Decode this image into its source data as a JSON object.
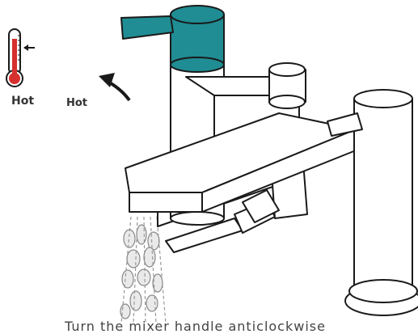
{
  "labels": {
    "thermometer": "Hot",
    "arrow": "Hot"
  },
  "caption": "Turn the mixer handle anticlockwise",
  "icons": [
    "thermometer-icon",
    "rotate-arrow-icon"
  ],
  "colors": {
    "handle_accent": "#1f8d93",
    "thermometer_red": "#d6302f",
    "outline": "#1a1a1a"
  }
}
